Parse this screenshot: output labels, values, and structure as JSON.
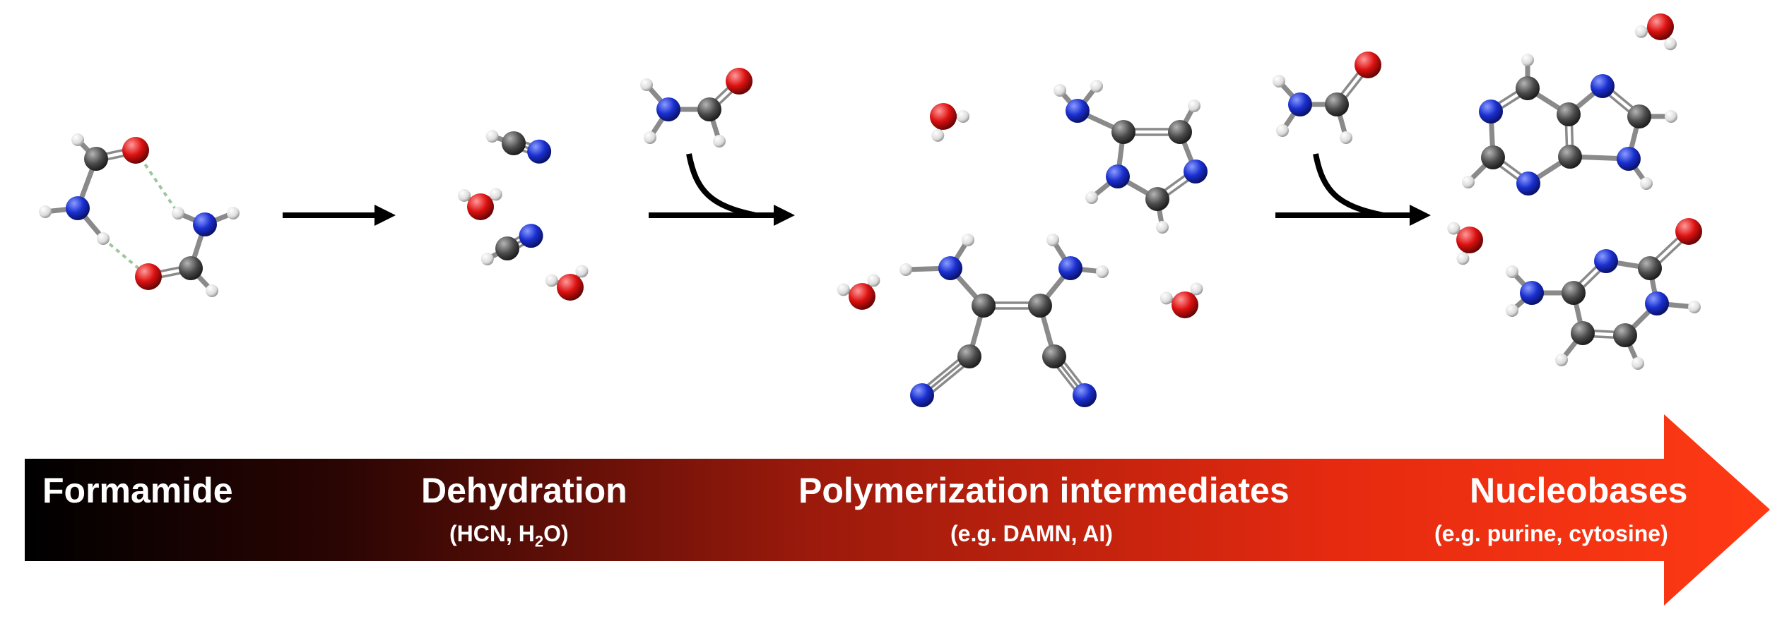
{
  "stages": [
    {
      "label": "Formamide",
      "sub": ""
    },
    {
      "label": "Dehydration",
      "sub_pre": "(HCN, H",
      "sub_idx": "2",
      "sub_post": "O)"
    },
    {
      "label": "Polymerization intermediates",
      "sub": "(e.g. DAMN, AI)"
    },
    {
      "label": "Nucleobases",
      "sub": "(e.g. purine, cytosine)"
    }
  ],
  "colors": {
    "carbon": "#4a4a4a",
    "nitrogen": "#1a2fd0",
    "oxygen": "#dd1111",
    "hydrogen": "#e8e8e8",
    "arrow": "#000000",
    "gradient_start": "#000000",
    "gradient_mid": "#9b1a0c",
    "gradient_end": "#ff3a14",
    "hbond": "#9cc79c"
  },
  "icons": [
    "reaction-arrow",
    "addition-arrow",
    "ball-and-stick-molecule"
  ]
}
